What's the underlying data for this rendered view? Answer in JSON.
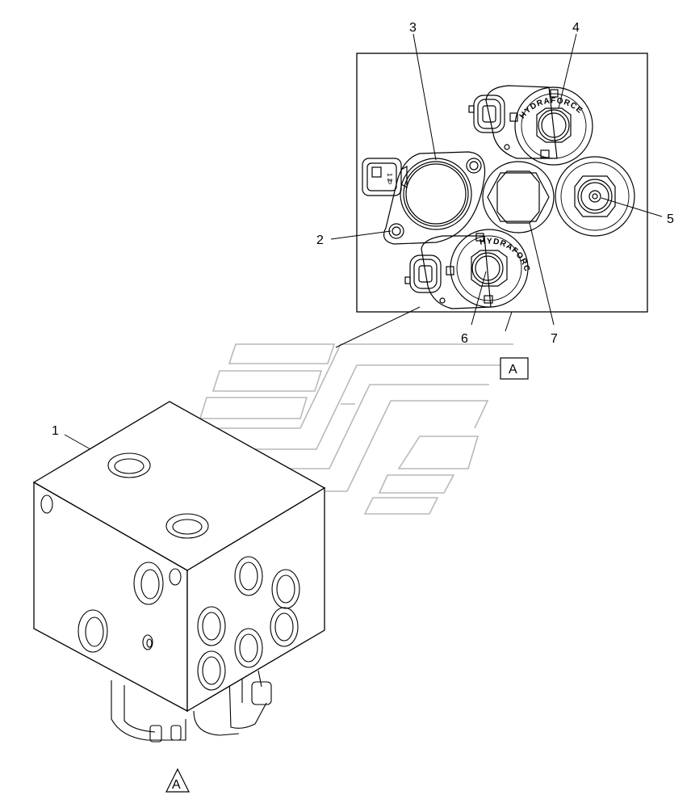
{
  "callouts": {
    "c1": "1",
    "c2": "2",
    "c3": "3",
    "c4": "4",
    "c5": "5",
    "c6": "6",
    "c7": "7"
  },
  "view_marker": "A",
  "view_arrow_label": "A",
  "brand_text": "HYDRAFORCE",
  "connector_text_a": "1 2",
  "connector_text_b": "0",
  "colors": {
    "line": "#000000",
    "watermark": "#b9b9b9",
    "background": "#ffffff"
  }
}
